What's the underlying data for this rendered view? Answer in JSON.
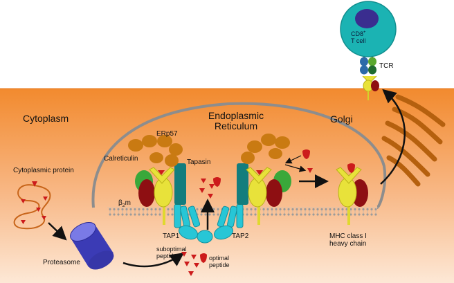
{
  "regions": {
    "cytoplasm": "Cytoplasm",
    "er_line1": "Endoplasmic",
    "er_line2": "Reticulum",
    "golgi": "Golgi"
  },
  "cell": {
    "tcell_sup": "+",
    "tcell_pre": "CD8",
    "tcell_line2": "T cell",
    "tcr": "TCR"
  },
  "proteins": {
    "erp57": "ERp57",
    "calreticulin": "Calreticulin",
    "tapasin": "Tapasin",
    "b2m_base": "β",
    "b2m_sub": "2",
    "b2m_end": "m",
    "tap1": "TAP1",
    "tap2": "TAP2",
    "mhc_line1": "MHC class I",
    "mhc_line2": "heavy chain"
  },
  "pathway": {
    "cytoplasmic_protein": "Cytoplasmic protein",
    "proteasome": "Proteasome",
    "suboptimal_line1": "suboptimal",
    "suboptimal_line2": "peptide",
    "optimal_line1": "optimal",
    "optimal_line2": "peptide"
  },
  "colors": {
    "cytoplasm_top": "#f28a2e",
    "cytoplasm_bottom": "#fde6d2",
    "tcell": "#1bb3b3",
    "nucleus": "#3a2d8f",
    "mhc_yellow": "#e8e23a",
    "mhc_red": "#8e0f12",
    "b2m_green": "#3aa83a",
    "tapasin_teal": "#137d7d",
    "tap_cyan": "#27c6d6",
    "calreticulin_orange": "#c97a12",
    "peptide_red": "#cc1b1b",
    "proteasome": "#4545c9",
    "golgi_brown": "#b5600e"
  }
}
